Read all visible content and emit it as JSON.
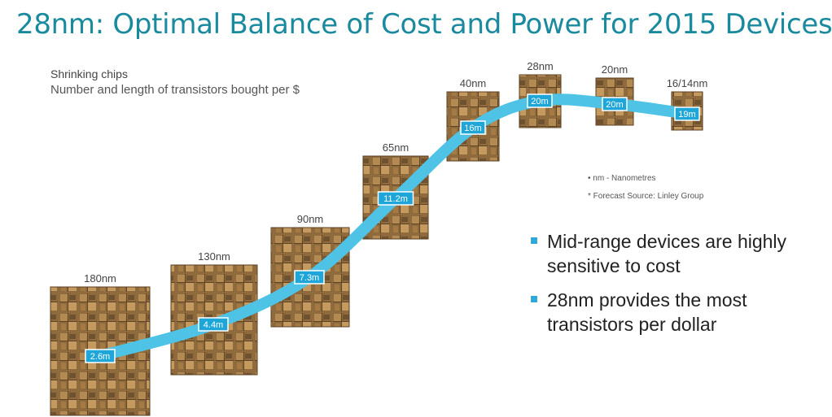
{
  "header": {
    "title": "28nm: Optimal Balance of Cost and Power for 2015 Devices"
  },
  "subtitle": {
    "line1": "Shrinking chips",
    "line2": "Number and length of transistors bought per $"
  },
  "notes": {
    "nm": "• nm - Nanometres",
    "forecast": "* Forecast Source: Linley Group"
  },
  "bullets": [
    "Mid-range devices are highly sensitive to cost",
    "28nm provides the most transistors per dollar"
  ],
  "colors": {
    "title": "#1a8a9e",
    "curve": "#4ec3e6",
    "label_box": "#1fa6d8",
    "bullet": "#2fa9d6"
  },
  "chart_data": {
    "type": "line",
    "title": "Shrinking chips",
    "subtitle": "Number and length of transistors bought per $",
    "categories": [
      "180nm",
      "130nm",
      "90nm",
      "65nm",
      "40nm",
      "28nm",
      "20nm",
      "16/14nm"
    ],
    "series": [
      {
        "values": [
          2.6,
          4.4,
          7.3,
          11.2,
          16,
          20,
          20,
          19
        ],
        "labels": [
          "2.6m",
          "4.4m",
          "7.3m",
          "11.2m",
          "16m",
          "20m",
          "20m",
          "19m"
        ]
      }
    ],
    "grid": false,
    "legend": "none"
  }
}
